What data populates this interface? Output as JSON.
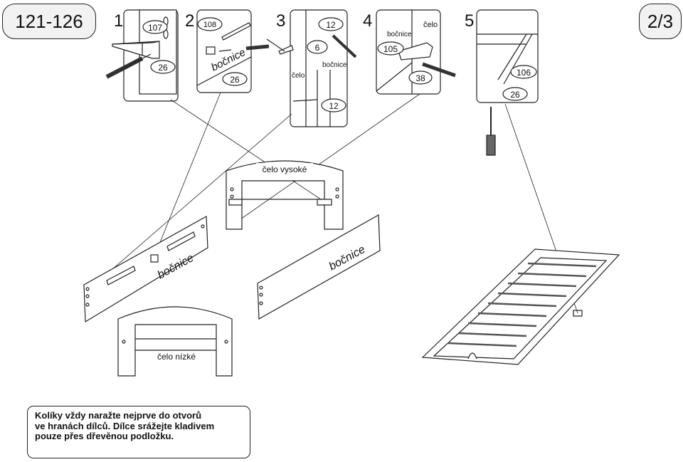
{
  "header": {
    "range": "121-126",
    "page": "2/3"
  },
  "steps": [
    {
      "number": "1",
      "parts": [
        "107",
        "26"
      ]
    },
    {
      "number": "2",
      "parts": [
        "108",
        "26"
      ],
      "label": "bočnice"
    },
    {
      "number": "3",
      "parts": [
        "12",
        "6",
        "12"
      ],
      "labels": [
        "bočnice",
        "čelo"
      ]
    },
    {
      "number": "4",
      "parts": [
        "105",
        "38"
      ],
      "labels": [
        "bočnice",
        "čelo"
      ]
    },
    {
      "number": "5",
      "parts": [
        "106",
        "26"
      ]
    }
  ],
  "panels": {
    "headboard_high": "čelo vysoké",
    "side_left": "bočnice",
    "side_right": "bočnice",
    "footboard_low": "čelo nízké"
  },
  "note": {
    "lines": [
      "Kolíky vždy naražte nejprve do otvorů",
      "ve hranách dílců. Dílce srážejte kladivem",
      "pouze přes dřevěnou podložku."
    ]
  }
}
